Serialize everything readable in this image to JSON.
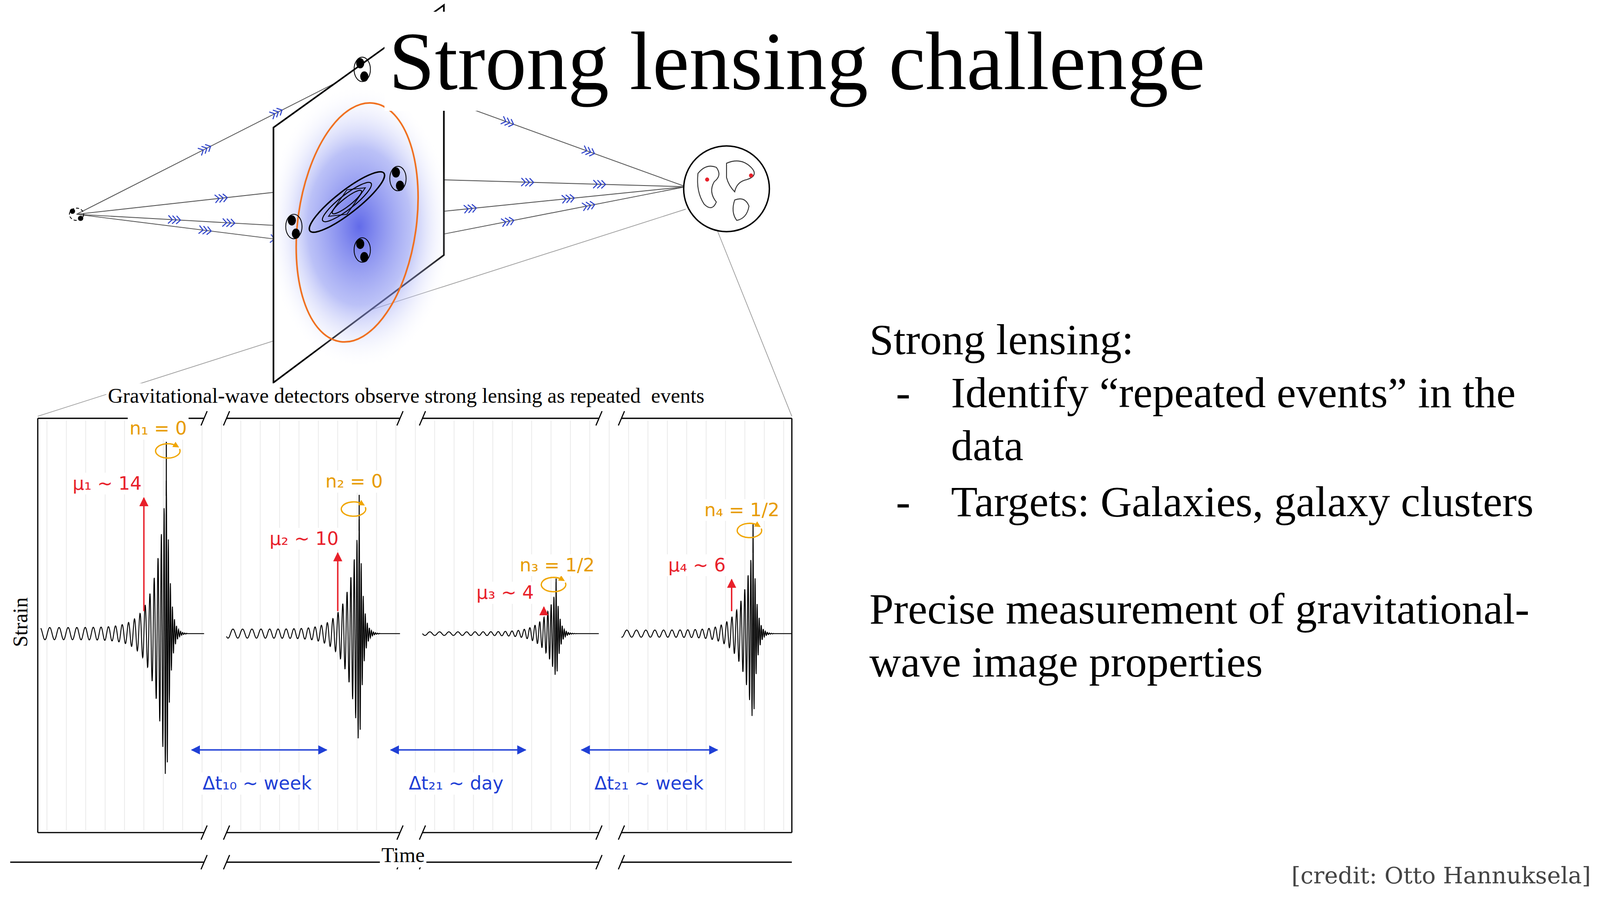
{
  "diagram": {
    "title": "Strong lensing challenge",
    "labels": [
      "Gravitational-wave detectors observe strong lensing as repeated  events",
      "n₁ = 0",
      "μ₁ ~ 14",
      "n₂ = 0",
      "μ₂ ~ 10",
      "n₃ = 1/2",
      "μ₃ ~ 4",
      "n₄ = 1/2",
      "μ₄ ~ 6",
      "Δt₁₀ ~ week",
      "Δt₂₁ ~ day",
      "Δt₂₁ ~ week",
      "Strain",
      "Time",
      "Strong lensing:",
      "-",
      "Identify “repeated events” in the data",
      "-",
      "Targets: Galaxies, galaxy clusters",
      "Precise measurement of gravitational-wave image properties",
      "[credit: Otto Hannuksela]"
    ]
  }
}
